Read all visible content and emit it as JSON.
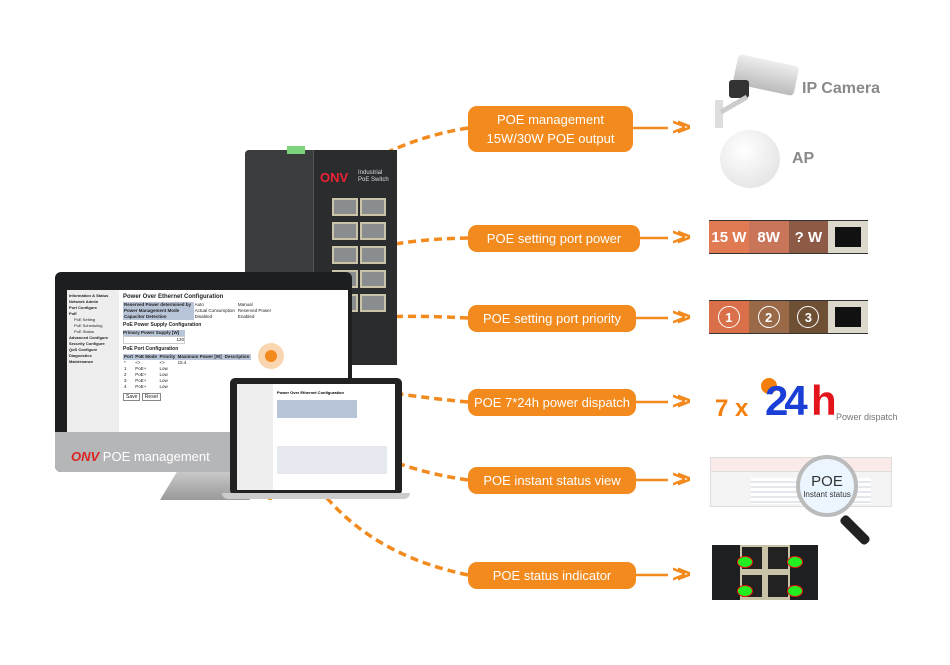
{
  "callouts": [
    {
      "line1": "POE management",
      "line2": "15W/30W POE output"
    },
    {
      "line1": "POE setting port power"
    },
    {
      "line1": "POE setting port priority"
    },
    {
      "line1": "POE 7*24h  power dispatch"
    },
    {
      "line1": "POE instant status view"
    },
    {
      "line1": "POE status indicator"
    }
  ],
  "devices": {
    "camera": "IP Camera",
    "ap": "AP"
  },
  "port_power": [
    "15 W",
    "8W",
    "? W"
  ],
  "port_priority": [
    "1",
    "2",
    "3"
  ],
  "dispatch": {
    "prefix": "7 x",
    "big": "24",
    "h": "h",
    "caption": "Power dispatch"
  },
  "magnifier": {
    "title": "POE",
    "subtitle": "Instant status"
  },
  "switch": {
    "brand": "ONV",
    "model_line1": "Industrial",
    "model_line2": "PoE Switch"
  },
  "monitor": {
    "brand": "ONV",
    "caption": "POE management"
  },
  "web_ui": {
    "menu": [
      "Information & Status",
      "Network Admin",
      "Port Configure",
      "PoE",
      "PoE Setting",
      "PoE Scheduling",
      "PoE Status",
      "Advanced Configure",
      "Security Configure",
      "QoS Configure",
      "Diagnostics",
      "Maintenance"
    ],
    "title": "Power Over Ethernet Configuration",
    "settings": [
      {
        "label": "Reserved Power determined by",
        "opt1": "Auto",
        "opt2": "Manual"
      },
      {
        "label": "Power Management Mode",
        "opt1": "Actual Consumption",
        "opt2": "Reserved Power"
      },
      {
        "label": "Capacitor Detection",
        "opt1": "Disabled",
        "opt2": "Enabled"
      }
    ],
    "supply_title": "PoE Power Supply Configuration",
    "supply_header": "Primary Power Supply [W]",
    "supply_value": "120",
    "port_title": "PoE Port Configuration",
    "headers": [
      "Port",
      "PoE Mode",
      "Priority",
      "Maximum Power [W]",
      "Description"
    ],
    "rows": [
      [
        "*",
        "<>",
        "<>",
        "15.4"
      ],
      [
        "1",
        "PoE+",
        "Low",
        ""
      ],
      [
        "2",
        "PoE+",
        "Low",
        ""
      ],
      [
        "3",
        "PoE+",
        "Low",
        ""
      ],
      [
        "4",
        "PoE+",
        "Low",
        ""
      ]
    ],
    "save": "Save",
    "reset": "Reset"
  },
  "colors": {
    "accent": "#f28a1e"
  }
}
